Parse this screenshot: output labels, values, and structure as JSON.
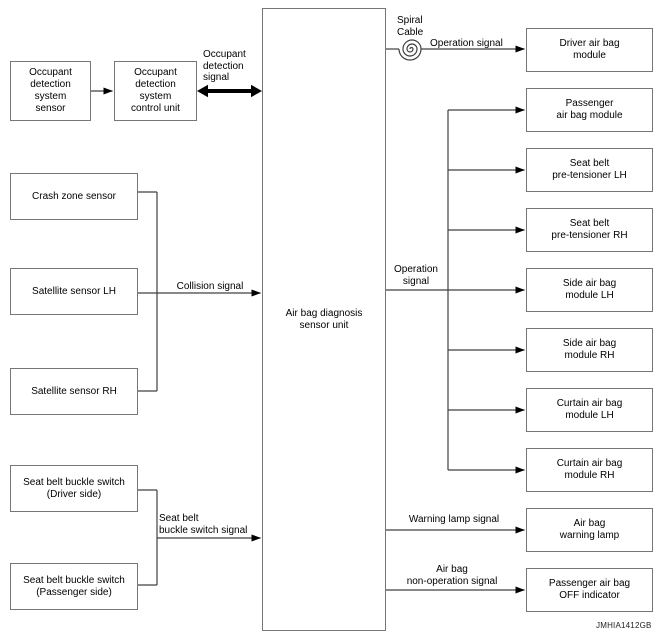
{
  "colors": {
    "line": "#404040",
    "box_border": "#767676",
    "text": "#000000"
  },
  "boxes": {
    "occupant_sensor": "Occupant\ndetection\nsystem\nsensor",
    "occupant_control_unit": "Occupant\ndetection\nsystem\ncontrol unit",
    "crash_zone_sensor": "Crash zone sensor",
    "satellite_sensor_lh": "Satellite sensor LH",
    "satellite_sensor_rh": "Satellite sensor RH",
    "buckle_switch_driver": "Seat belt buckle switch\n(Driver side)",
    "buckle_switch_passenger": "Seat belt buckle switch\n(Passenger side)",
    "central_unit": "Air bag diagnosis\nsensor unit"
  },
  "right_boxes": [
    {
      "label": "Driver air bag\nmodule"
    },
    {
      "label": "Passenger\nair bag module"
    },
    {
      "label": "Seat belt\npre-tensioner LH"
    },
    {
      "label": "Seat belt\npre-tensioner RH"
    },
    {
      "label": "Side air bag\nmodule LH"
    },
    {
      "label": "Side air bag\nmodule RH"
    },
    {
      "label": "Curtain air bag\nmodule LH"
    },
    {
      "label": "Curtain air bag\nmodule RH"
    },
    {
      "label": "Air bag\nwarning lamp"
    },
    {
      "label": "Passenger air bag\nOFF indicator"
    }
  ],
  "signals": {
    "occupant_detection": "Occupant\ndetection\nsignal",
    "collision": "Collision signal",
    "seat_belt_buckle": "Seat belt\nbuckle switch signal",
    "spiral_cable": "Spiral\nCable",
    "operation_top": "Operation signal",
    "operation_mid": "Operation\nsignal",
    "warning_lamp": "Warning lamp signal",
    "non_operation": "Air bag\nnon-operation signal"
  },
  "figure_code": "JMHIA1412GB"
}
